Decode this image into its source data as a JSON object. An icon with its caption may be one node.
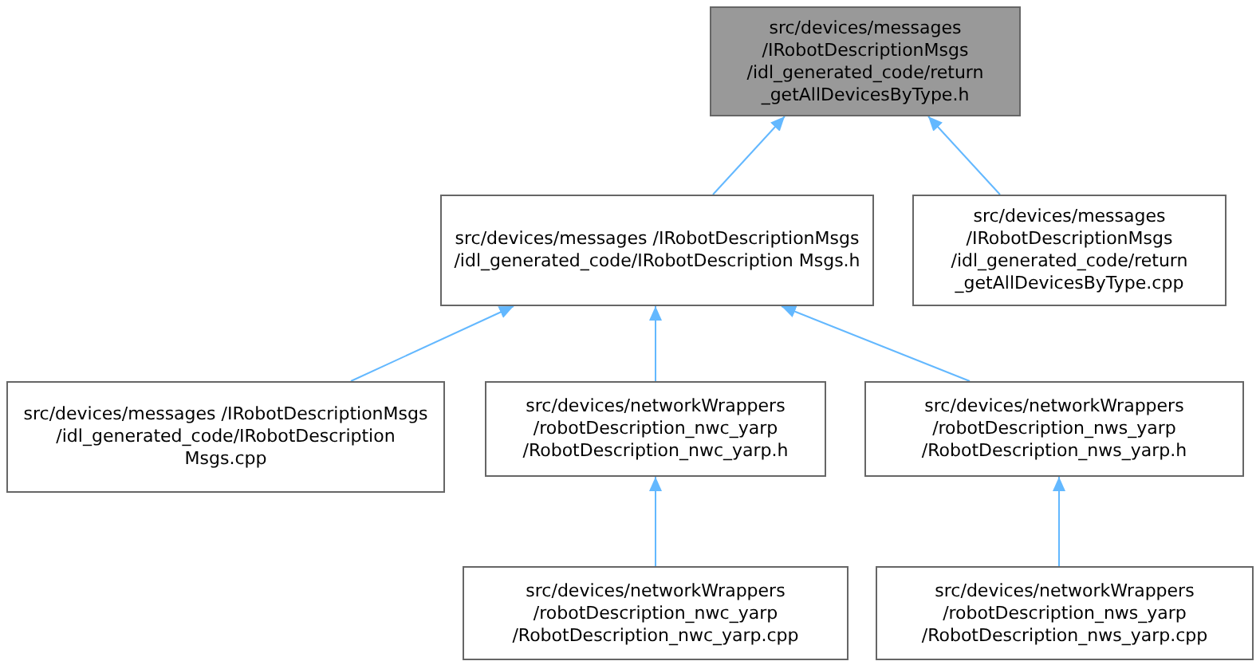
{
  "diagram": {
    "nodes": [
      {
        "text": [
          "src/devices/messages /IRobotDescriptionMsgs /idl_generated_code/return _getAllDevicesByType.h"
        ]
      },
      {
        "text": [
          "src/devices/messages /IRobotDescriptionMsgs /idl_generated_code/IRobotDescription Msgs.h"
        ]
      },
      {
        "text": [
          "src/devices/messages /IRobotDescriptionMsgs /idl_generated_code/return _getAllDevicesByType.cpp"
        ]
      },
      {
        "text": [
          "src/devices/messages /IRobotDescriptionMsgs /idl_generated_code/IRobotDescription Msgs.cpp"
        ]
      },
      {
        "text": [
          "src/devices/networkWrappers /robotDescription_nwc_yarp /RobotDescription_nwc_yarp.h"
        ]
      },
      {
        "text": [
          "src/devices/networkWrappers /robotDescription_nws_yarp /RobotDescription_nws_yarp.h"
        ]
      },
      {
        "text": [
          "src/devices/networkWrappers /robotDescription_nwc_yarp /RobotDescription_nwc_yarp.cpp"
        ]
      },
      {
        "text": [
          "src/devices/networkWrappers /robotDescription_nws_yarp /RobotDescription_nws_yarp.cpp"
        ]
      }
    ],
    "edges": [
      {
        "from": 1,
        "to": 0,
        "arrow": "to"
      },
      {
        "from": 2,
        "to": 0,
        "arrow": "to"
      },
      {
        "from": 3,
        "to": 1,
        "arrow": "to"
      },
      {
        "from": 4,
        "to": 1,
        "arrow": "to"
      },
      {
        "from": 5,
        "to": 1,
        "arrow": "to"
      },
      {
        "from": 6,
        "to": 4,
        "arrow": "to"
      },
      {
        "from": 7,
        "to": 5,
        "arrow": "to"
      }
    ]
  }
}
